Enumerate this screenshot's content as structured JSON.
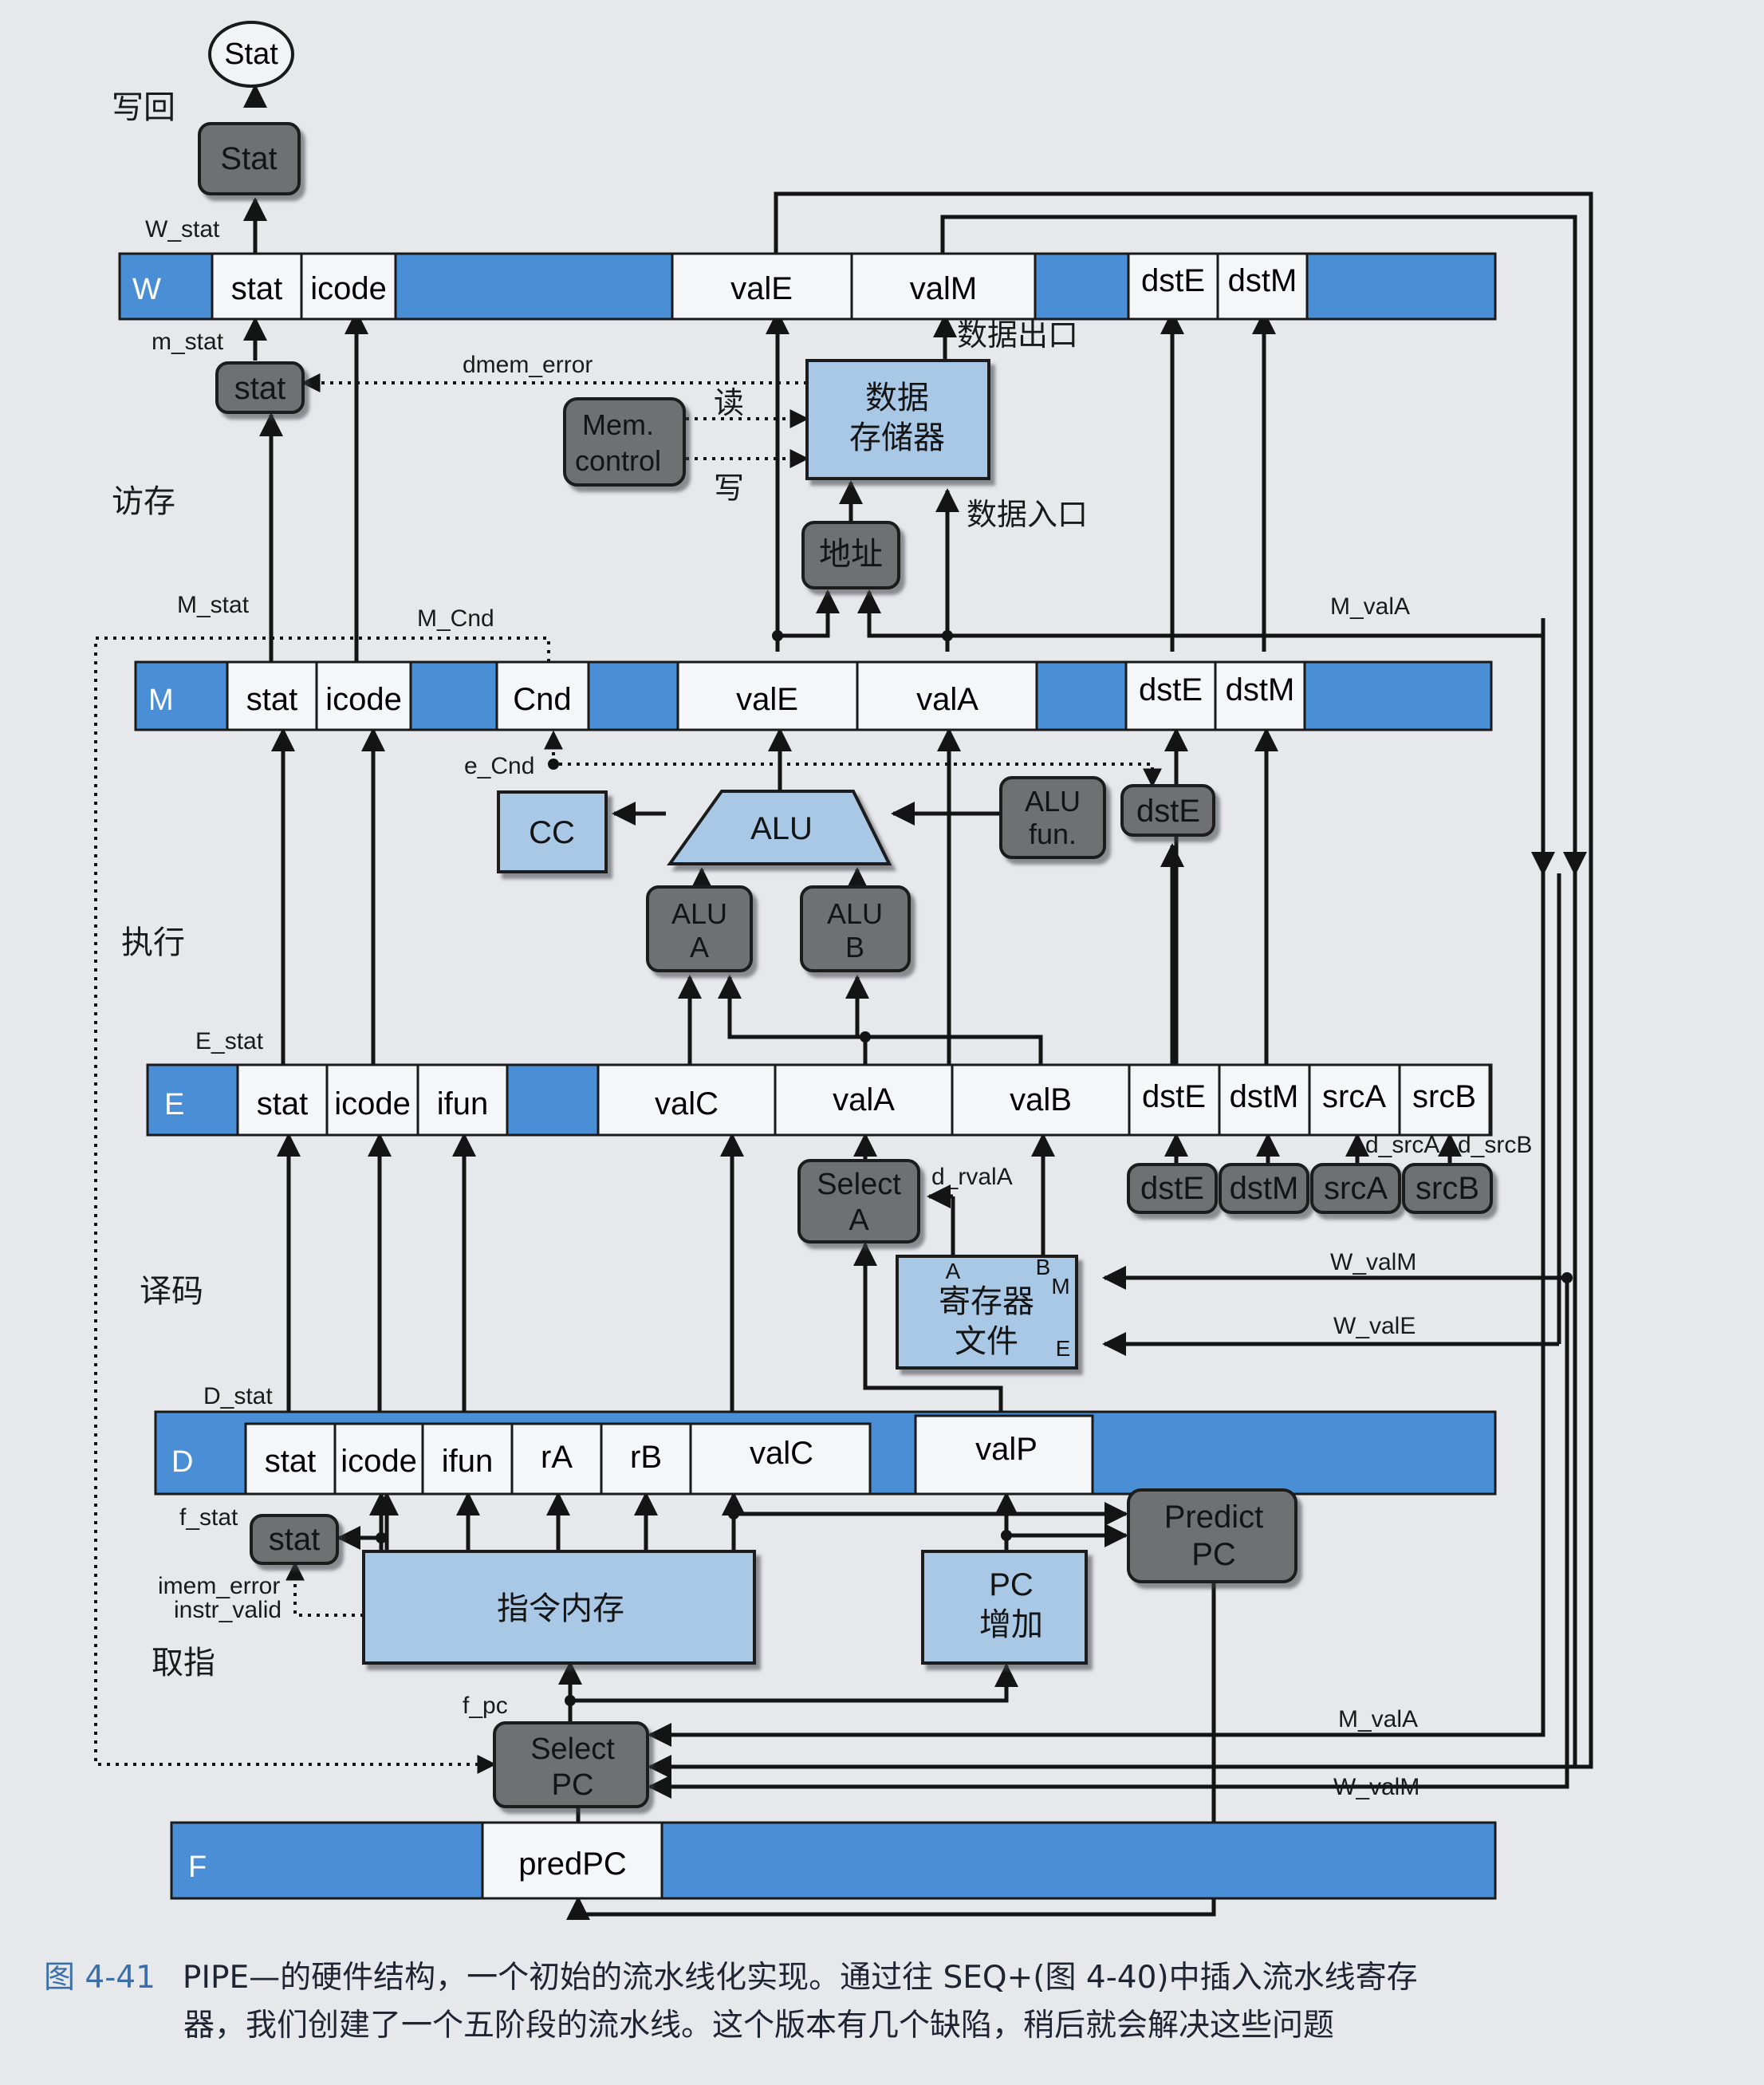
{
  "stages": {
    "writeback": "写回",
    "memory": "访存",
    "execute": "执行",
    "decode": "译码",
    "fetch": "取指"
  },
  "registers": {
    "W": {
      "tag": "W",
      "fields": [
        "stat",
        "icode",
        "valE",
        "valM",
        "dstE",
        "dstM"
      ]
    },
    "M": {
      "tag": "M",
      "fields": [
        "stat",
        "icode",
        "Cnd",
        "valE",
        "valA",
        "dstE",
        "dstM"
      ]
    },
    "E": {
      "tag": "E",
      "fields": [
        "stat",
        "icode",
        "ifun",
        "valC",
        "valA",
        "valB",
        "dstE",
        "dstM",
        "srcA",
        "srcB"
      ]
    },
    "D": {
      "tag": "D",
      "fields": [
        "stat",
        "icode",
        "ifun",
        "rA",
        "rB",
        "valC",
        "valP"
      ]
    },
    "F": {
      "tag": "F",
      "fields": [
        "predPC"
      ]
    }
  },
  "blocks": {
    "stat_out": "Stat",
    "stat_box": "Stat",
    "m_stat_box": "stat",
    "mem_control": [
      "Mem.",
      "control"
    ],
    "data_mem": [
      "数据",
      "存储器"
    ],
    "addr": "地址",
    "cc": "CC",
    "alu": "ALU",
    "alu_fun": [
      "ALU",
      "fun."
    ],
    "alu_a": [
      "ALU",
      "A"
    ],
    "alu_b": [
      "ALU",
      "B"
    ],
    "e_dstE": "dstE",
    "select_a": [
      "Select",
      "A"
    ],
    "reg_file": [
      "寄存器",
      "文件"
    ],
    "reg_ports": {
      "a": "A",
      "b": "B",
      "m": "M",
      "e": "E"
    },
    "d_dst": [
      "dstE",
      "dstM",
      "srcA",
      "srcB"
    ],
    "f_stat_box": "stat",
    "inst_mem": "指令内存",
    "pc_inc": [
      "PC",
      "增加"
    ],
    "predict_pc": [
      "Predict",
      "PC"
    ],
    "select_pc": [
      "Select",
      "PC"
    ]
  },
  "signals": {
    "W_stat": "W_stat",
    "m_stat": "m_stat",
    "dmem_error": "dmem_error",
    "read": "读",
    "write": "写",
    "data_out": "数据出口",
    "data_in": "数据入口",
    "M_stat": "M_stat",
    "M_Cnd": "M_Cnd",
    "M_valA_top": "M_valA",
    "e_Cnd": "e_Cnd",
    "E_stat": "E_stat",
    "d_srcA": "d_srcA",
    "d_srcB": "d_srcB",
    "d_rvalA": "d_rvalA",
    "W_valM_top": "W_valM",
    "W_valE": "W_valE",
    "D_stat": "D_stat",
    "f_stat": "f_stat",
    "imem_error": "imem_error",
    "instr_valid": "instr_valid",
    "f_pc": "f_pc",
    "M_valA_bot": "M_valA",
    "W_valM_bot": "W_valM"
  },
  "caption": {
    "number": "图 4-41",
    "line1": "PIPE—的硬件结构，一个初始的流水线化实现。通过往 SEQ+(图 4-40)中插入流水线寄存",
    "line2": "器，我们创建了一个五阶段的流水线。这个版本有几个缺陷，稍后就会解决这些问题"
  },
  "colors": {
    "register_blue": "#4a8fd6",
    "light_block": "#a9c8e6",
    "dark_block": "#6e7072",
    "line": "#141414"
  }
}
